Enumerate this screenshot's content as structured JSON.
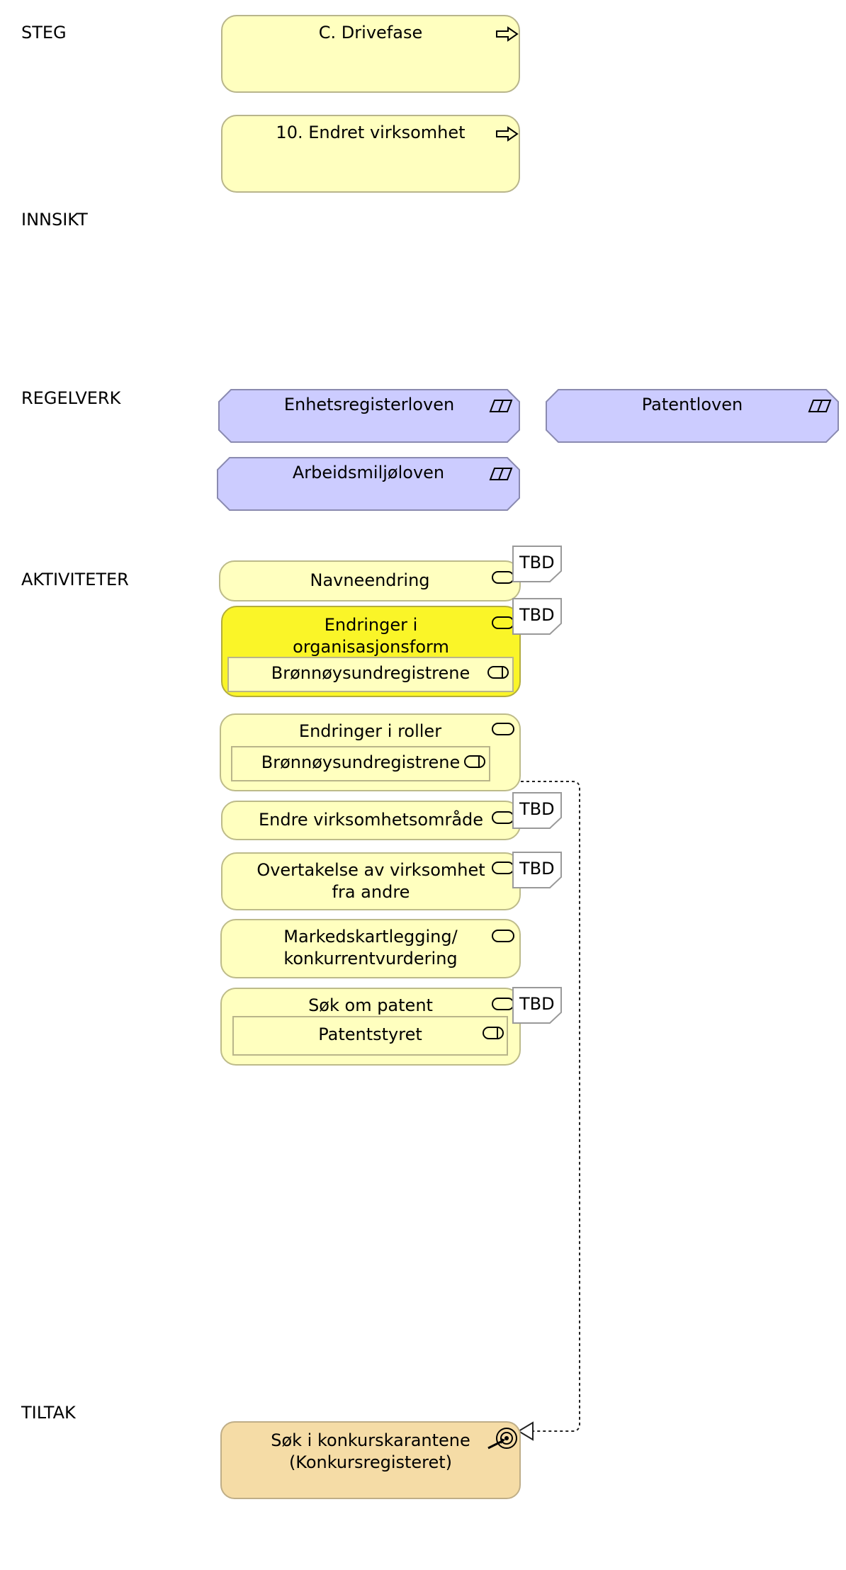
{
  "lanes": {
    "steg": "STEG",
    "innsikt": "INNSIKT",
    "regelverk": "REGELVERK",
    "aktiviteter": "AKTIVITETER",
    "tiltak": "TILTAK"
  },
  "steps": [
    {
      "label": "C. Drivefase",
      "icon": "process-arrow-icon"
    },
    {
      "label": "10. Endret virksomhet",
      "icon": "process-arrow-icon"
    }
  ],
  "regulations": [
    {
      "label": "Enhetsregisterloven",
      "icon": "representation-icon"
    },
    {
      "label": "Patentloven",
      "icon": "representation-icon"
    },
    {
      "label": "Arbeidsmiljøloven",
      "icon": "representation-icon"
    }
  ],
  "activities": [
    {
      "label": "Navneendring",
      "tbd": "TBD"
    },
    {
      "label_line1": "Endringer i",
      "label_line2": "organisasjonsform",
      "inner": "Brønnøysundregistrene",
      "tbd": "TBD"
    },
    {
      "label": "Endringer i roller",
      "inner": "Brønnøysundregistrene"
    },
    {
      "label": "Endre virksomhetsområde",
      "tbd": "TBD"
    },
    {
      "label_line1": "Overtakelse av virksomhet",
      "label_line2": "fra andre",
      "tbd": "TBD"
    },
    {
      "label_line1": "Markedskartlegging/",
      "label_line2": "konkurrentvurdering"
    },
    {
      "label": "Søk om patent",
      "inner": "Patentstyret",
      "tbd": "TBD"
    }
  ],
  "tiltak": {
    "line1": "Søk i konkurskarantene",
    "line2": "(Konkursregisteret)",
    "icon": "goal-target-icon"
  },
  "colors": {
    "step_fill": "#ffffbf",
    "regulation_fill": "#ccccff",
    "activity_fill": "#ffffbf",
    "activity_highlight": "#faf528",
    "tiltak_fill": "#f5dca6"
  }
}
